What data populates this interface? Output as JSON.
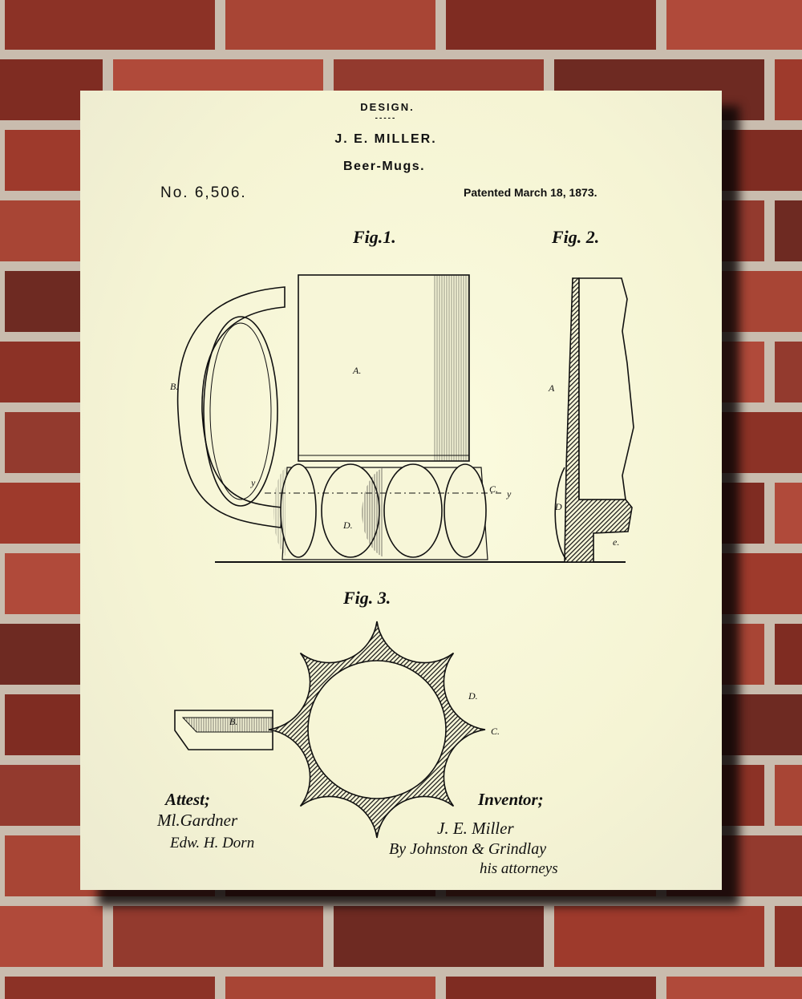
{
  "poster": {
    "header": {
      "design": "DESIGN.",
      "rule": "-----",
      "inventor": "J. E. MILLER.",
      "title": "Beer-Mugs."
    },
    "number": "No. 6,506.",
    "patented": "Patented March 18, 1873.",
    "figures": {
      "fig1": "Fig.1.",
      "fig2": "Fig. 2.",
      "fig3": "Fig. 3."
    },
    "labels": {
      "a1": "A.",
      "b1": "B.",
      "y1": "y",
      "d1": "D.",
      "c1": "C.",
      "y2": "y",
      "a2": "A",
      "d2": "D",
      "e2": "e.",
      "b3": "B.",
      "d3": "D.",
      "c3": "C."
    },
    "attest": {
      "heading": "Attest;",
      "witness1": "Ml.Gardner",
      "witness2": "Edw. H. Dorn"
    },
    "inventor": {
      "heading": "Inventor;",
      "signature": "J. E. Miller",
      "attorneys": "By Johnston & Grindlay",
      "attorneys_role": "his attorneys"
    }
  },
  "colors": {
    "paper": "#f7f6d8",
    "ink": "#111111",
    "brick": "#9e3a2c",
    "mortar": "#c9bcae"
  }
}
